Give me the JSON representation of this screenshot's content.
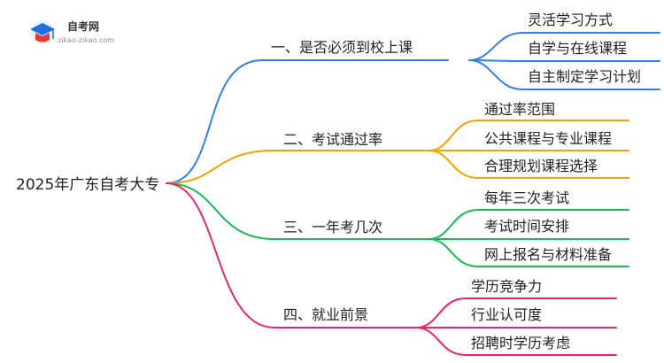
{
  "logo": {
    "name": "自考网",
    "url_text": "zikao-zikao.com",
    "icon": "graduation-cap-icon",
    "colors": {
      "primary": "#1E6FE0",
      "secondary": "#E53935"
    }
  },
  "mindmap": {
    "root": "2025年广东自考大专",
    "branches": [
      {
        "label": "一、是否必须到校上课",
        "color": "#2F80ED",
        "children": [
          "灵活学习方式",
          "自学与在线课程",
          "自主制定学习计划"
        ]
      },
      {
        "label": "二、考试通过率",
        "color": "#F5A300",
        "children": [
          "通过率范围",
          "公共课程与专业课程",
          "合理规划课程选择"
        ]
      },
      {
        "label": "三、一年考几次",
        "color": "#1DB954",
        "children": [
          "每年三次考试",
          "考试时间安排",
          "网上报名与材料准备"
        ]
      },
      {
        "label": "四、就业前景",
        "color": "#E8246E",
        "children": [
          "学历竞争力",
          "行业认可度",
          "招聘时学历考虑"
        ]
      }
    ]
  }
}
